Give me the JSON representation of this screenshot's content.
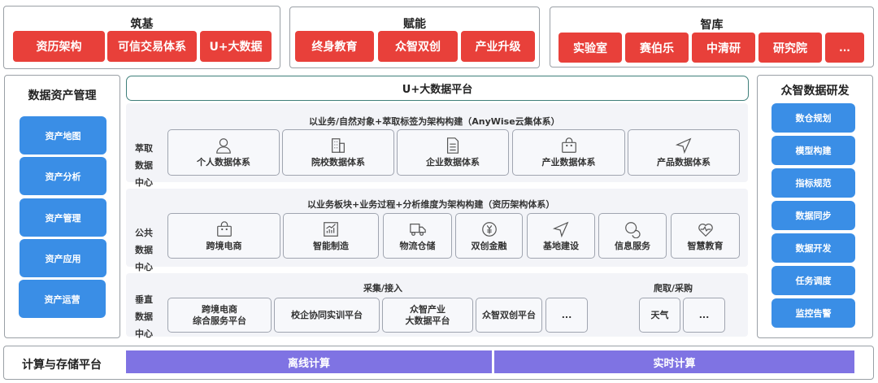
{
  "top_groups": [
    {
      "title": "筑基",
      "items": [
        "资历架构",
        "可信交易体系",
        "U+大数据"
      ]
    },
    {
      "title": "赋能",
      "items": [
        "终身教育",
        "众智双创",
        "产业升级"
      ]
    },
    {
      "title": "智库",
      "items": [
        "实验室",
        "赛伯乐",
        "中清研",
        "研究院",
        "..."
      ]
    }
  ],
  "left_panel": {
    "title": "数据资产管理",
    "items": [
      "资产地图",
      "资产分析",
      "资产管理",
      "资产应用",
      "资产运营"
    ]
  },
  "right_panel": {
    "title": "众智数据研发",
    "items": [
      "数仓规划",
      "模型构建",
      "指标规范",
      "数据同步",
      "数据开发",
      "任务调度",
      "监控告警"
    ]
  },
  "platform": {
    "title": "U+大数据平台"
  },
  "extract_center": {
    "label": "萃取\n数据\n中心",
    "label_lines": [
      "萃取",
      "数据",
      "中心"
    ],
    "caption": "以业务/自然对象+萃取标签为架构构建（AnyWise云集体系）",
    "cards": [
      {
        "icon": "user-icon",
        "label": "个人数据体系"
      },
      {
        "icon": "building-icon",
        "label": "院校数据体系"
      },
      {
        "icon": "document-icon",
        "label": "企业数据体系"
      },
      {
        "icon": "shopping-bag-icon",
        "label": "产业数据体系"
      },
      {
        "icon": "navigation-icon",
        "label": "产品数据体系"
      }
    ]
  },
  "public_center": {
    "label_lines": [
      "公共",
      "数据",
      "中心"
    ],
    "caption": "以业务板块+业务过程+分析维度为架构构建（资历架构体系）",
    "cards": [
      {
        "icon": "shopping-bag-icon",
        "label": "跨境电商"
      },
      {
        "icon": "chart-icon",
        "label": "智能制造"
      },
      {
        "icon": "truck-icon",
        "label": "物流仓储"
      },
      {
        "icon": "yuan-icon",
        "label": "双创金融"
      },
      {
        "icon": "navigation-icon",
        "label": "基地建设"
      },
      {
        "icon": "chat-icon",
        "label": "信息服务"
      },
      {
        "icon": "heart-pulse-icon",
        "label": "智慧教育"
      }
    ]
  },
  "vertical_center": {
    "label_lines": [
      "垂直",
      "数据",
      "中心"
    ],
    "caption_collect": "采集/接入",
    "caption_crawl": "爬取/采购",
    "collect_cards": [
      "跨境电商\n综合服务平台",
      "校企协同实训平台",
      "众智产业\n大数据平台",
      "众智双创平台",
      "..."
    ],
    "crawl_cards": [
      "天气",
      "..."
    ]
  },
  "compute_platform": {
    "title": "计算与存储平台",
    "offline": "离线计算",
    "realtime": "实时计算"
  },
  "colors": {
    "red": "#e8403a",
    "blue": "#3a8ee6",
    "purple": "#7f73e3",
    "band": "#f3f4f8"
  }
}
